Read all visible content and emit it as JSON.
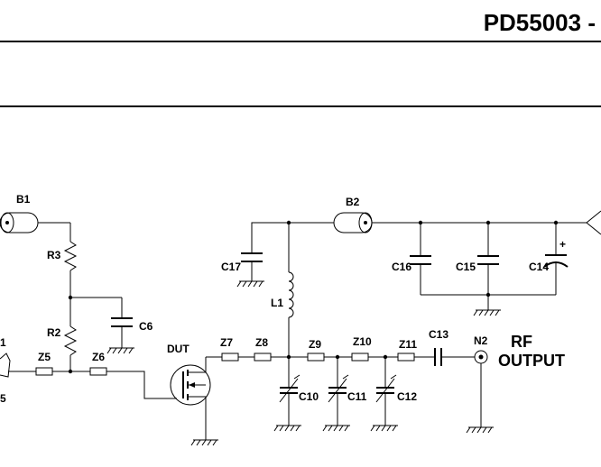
{
  "header": {
    "title": "PD55003 -"
  },
  "labels": {
    "B1": "B1",
    "B2": "B2",
    "R3": "R3",
    "R2": "R2",
    "C6": "C6",
    "DUT": "DUT",
    "Z5": "Z5",
    "Z6": "Z6",
    "Z7": "Z7",
    "Z8": "Z8",
    "Z9": "Z9",
    "Z10": "Z10",
    "Z11": "Z11",
    "C13": "C13",
    "N2": "N2",
    "C17": "C17",
    "L1": "L1",
    "C16": "C16",
    "C15": "C15",
    "C14": "C14",
    "C10": "C10",
    "C11": "C11",
    "C12": "C12",
    "rf": "RF",
    "output": "OUTPUT",
    "plus": "+",
    "left_cut_top": "1",
    "left_cut_bottom": "5"
  }
}
